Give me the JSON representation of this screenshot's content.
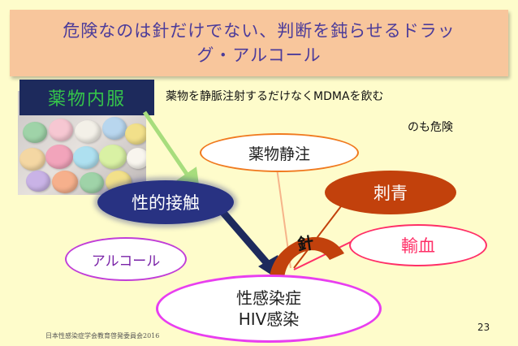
{
  "header": {
    "line1": "危険なのは針だけでない、判断を鈍らせるドラッ",
    "line2": "グ・アルコール"
  },
  "nodes": {
    "oral": "薬物内服",
    "injection": "薬物静注",
    "tattoo": "刺青",
    "sexual": "性的接触",
    "transfusion": "輸血",
    "alcohol": "アルコール",
    "needle": "針",
    "target_line1": "性感染症",
    "target_line2": "HIV感染"
  },
  "note": {
    "line1": "薬物を静脈注射するだけなくMDMAを飲む",
    "line2": "のも危険"
  },
  "footer": {
    "credit": "日本性感染症学会教育啓発委員会2016",
    "page_number": "23"
  },
  "colors": {
    "slide_bg": "#fefccb",
    "header_bg": "#f8c69c",
    "header_text": "#4b3b9a",
    "oral_box": "#1d2a5c",
    "oral_text": "#35c44a",
    "sexual_oval": "#283282",
    "tattoo_oval": "#c2410c",
    "injection_border": "#f07a1f",
    "transfusion_border": "#ff2f67",
    "alcohol_border": "#c13ed8",
    "target_border": "#e83ef0",
    "needle_arch": "#c2410c"
  }
}
